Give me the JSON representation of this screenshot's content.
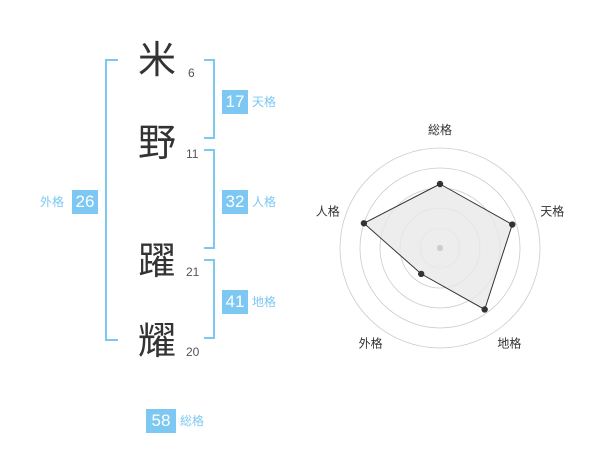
{
  "name": {
    "chars": [
      {
        "char": "米",
        "strokes": "6"
      },
      {
        "char": "野",
        "strokes": "11"
      },
      {
        "char": "躍",
        "strokes": "21"
      },
      {
        "char": "耀",
        "strokes": "20"
      }
    ]
  },
  "fortunes": {
    "tenkaku": {
      "value": "17",
      "label": "天格"
    },
    "jinkaku": {
      "value": "32",
      "label": "人格"
    },
    "chikaku": {
      "value": "41",
      "label": "地格"
    },
    "gaikaku": {
      "value": "26",
      "label": "外格"
    },
    "soukaku": {
      "value": "58",
      "label": "総格"
    }
  },
  "colors": {
    "accent": "#7cc8f2",
    "text": "#333333",
    "radar_fill": "#e8e8e8",
    "grid": "#cccccc"
  },
  "chart_data": {
    "type": "radar",
    "categories": [
      "総格",
      "天格",
      "地格",
      "外格",
      "人格"
    ],
    "values": [
      3.2,
      3.8,
      3.8,
      1.6,
      4.0
    ],
    "range": [
      0,
      5
    ]
  }
}
